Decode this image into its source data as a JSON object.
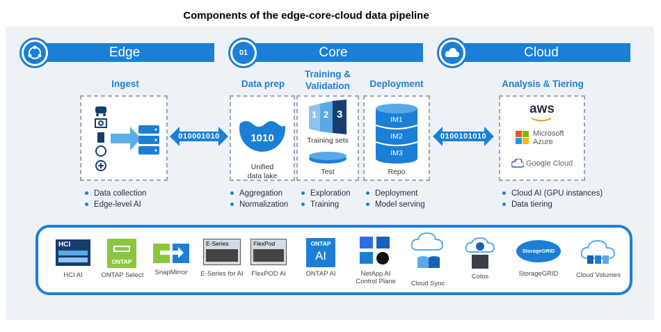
{
  "title": "Components of the edge-core-cloud data pipeline",
  "bands": {
    "edge": "Edge",
    "core": "Core",
    "cloud": "Cloud",
    "core_badge": "01"
  },
  "sections": {
    "ingest": "Ingest",
    "data_prep": "Data prep",
    "training_line1": "Training &",
    "training_line2": "Validation",
    "deployment": "Deployment",
    "analysis": "Analysis & Tiering"
  },
  "binary": {
    "left": "010001010",
    "right": "0100101010"
  },
  "boxes": {
    "lake_number": "1010",
    "lake_line1": "Unified",
    "lake_line2": "data lake",
    "training_sets": "Training sets",
    "test": "Test",
    "repo": "Repo",
    "im": [
      "IM1",
      "IM2",
      "IM3"
    ],
    "stack_numbers": [
      "1",
      "2",
      "3"
    ]
  },
  "clouds": {
    "aws": "aws",
    "microsoft": "Microsoft",
    "azure": "Azure",
    "google": "Google Cloud"
  },
  "bullets": {
    "edge": [
      "Data collection",
      "Edge-level AI"
    ],
    "prep": [
      "Aggregation",
      "Normalization"
    ],
    "train": [
      "Exploration",
      "Training"
    ],
    "deploy": [
      "Deployment",
      "Model serving"
    ],
    "cloud": [
      "Cloud AI (GPU instances)",
      "Data tiering"
    ]
  },
  "products": {
    "items": [
      "HCI AI",
      "ONTAP Select",
      "SnapMirror",
      "E-Series for AI",
      "FlexPOD AI",
      "ONTAP AI",
      "NetApp AI",
      "Control Plane",
      "Cloud Sync",
      "Colos",
      "StorageGRID",
      "Cloud Volumes"
    ],
    "icon_text": {
      "hci": "HCI",
      "ontap_sel": "ONTAP",
      "eseries": "E-Series",
      "flexpod": "FlexPod",
      "ontap_ai_top": "ONTAP",
      "ontap_ai_bottom": "AI",
      "storagegrid": "StorageGRID"
    }
  },
  "colors": {
    "accent": "#1c7fd6",
    "panel": "#eef2f6",
    "ontap_green": "#8cc63f",
    "navy": "#163d6e"
  }
}
